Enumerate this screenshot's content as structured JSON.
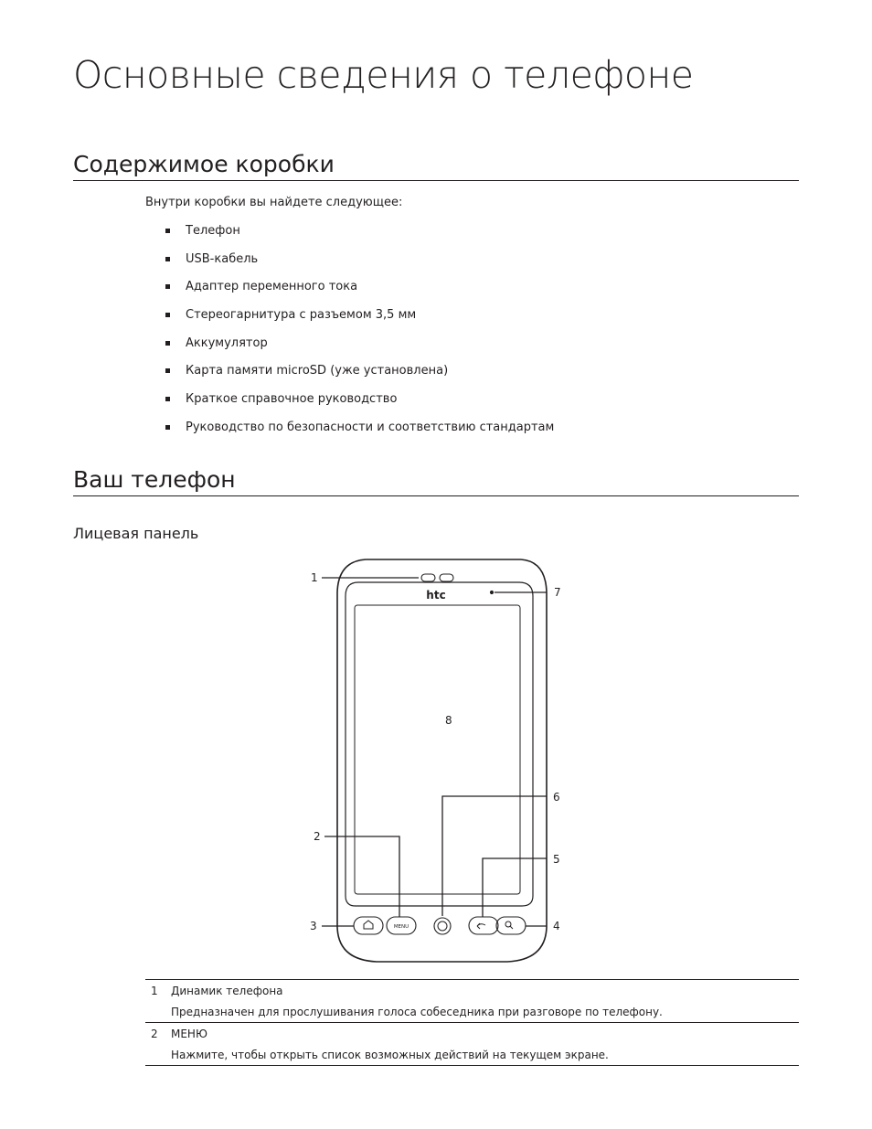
{
  "title": "Основные сведения о телефоне",
  "sections": {
    "box_contents": {
      "heading": "Содержимое коробки",
      "intro": "Внутри коробки вы найдете следующее:",
      "items": [
        "Телефон",
        "USB-кабель",
        "Адаптер переменного тока",
        "Стереогарнитура с разъемом 3,5 мм",
        "Аккумулятор",
        "Карта памяти microSD (уже установлена)",
        "Краткое справочное руководство",
        "Руководство по безопасности и соответствию стандартам"
      ]
    },
    "your_phone": {
      "heading": "Ваш телефон",
      "subheading": "Лицевая панель"
    }
  },
  "diagram": {
    "brand_logo": "htc",
    "menu_key_label": "MENU",
    "callout_numbers": [
      "1",
      "2",
      "3",
      "4",
      "5",
      "6",
      "7",
      "8"
    ]
  },
  "callouts": [
    {
      "number": "1",
      "name": "Динамик телефона",
      "description": "Предназначен для прослушивания голоса собеседника при разговоре по телефону."
    },
    {
      "number": "2",
      "name": "МЕНЮ",
      "description": "Нажмите, чтобы открыть список возможных действий на текущем экране."
    }
  ],
  "colors": {
    "text": "#231f20",
    "line": "#231f20",
    "background": "#ffffff"
  }
}
